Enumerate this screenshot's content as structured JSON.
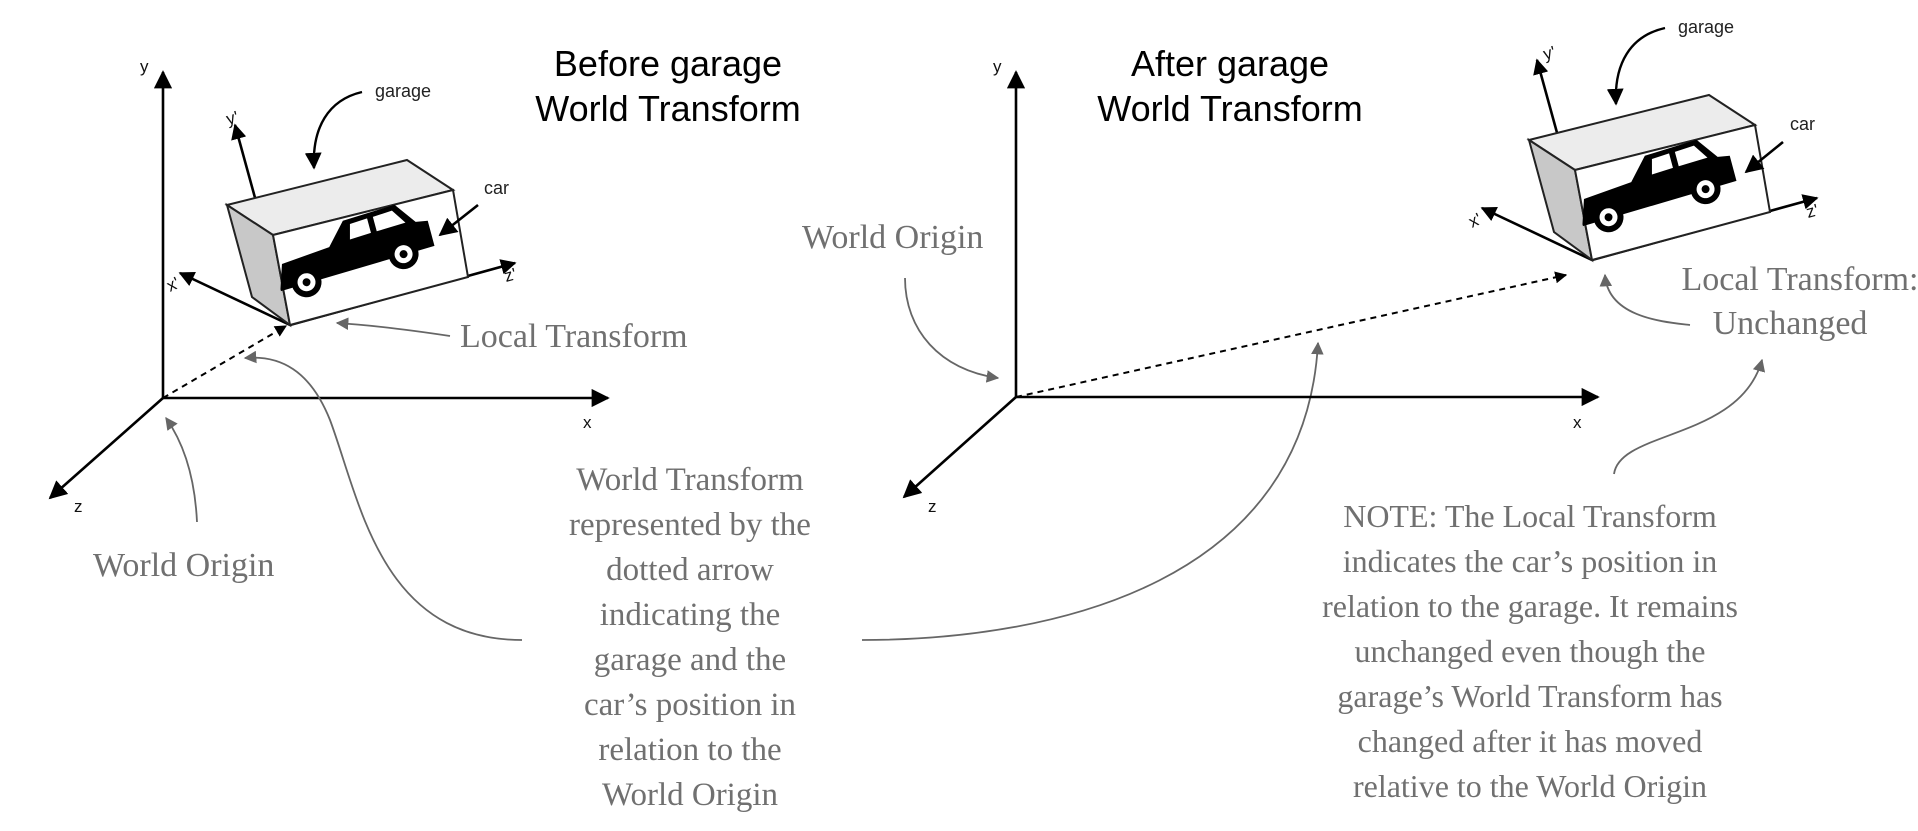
{
  "left_panel": {
    "title_line1": "Before garage",
    "title_line2": "World Transform",
    "garage_label": "garage",
    "car_label": "car",
    "local_label": "Local Transform",
    "origin_label": "World Origin",
    "axis_labels": {
      "x": "x",
      "y": "y",
      "z": "z",
      "lx": "x'",
      "ly": "y'",
      "lz": "z'"
    }
  },
  "right_panel": {
    "title_line1": "After garage",
    "title_line2": "World Transform",
    "garage_label": "garage",
    "car_label": "car",
    "local_line1": "Local Transform:",
    "local_line2": "Unchanged",
    "origin_label": "World Origin",
    "axis_labels": {
      "x": "x",
      "y": "y",
      "z": "z",
      "lx": "x'",
      "ly": "y'",
      "lz": "z'"
    }
  },
  "center_note": {
    "lines": [
      "World Transform",
      "represented by the",
      "dotted arrow",
      "indicating the",
      "garage and the",
      "car’s position in",
      "relation to the",
      "World Origin"
    ]
  },
  "right_note": {
    "lines": [
      "NOTE: The Local Transform",
      "indicates the car’s position in",
      "relation to the garage. It remains",
      "unchanged even though the",
      "garage’s World Transform has",
      "changed after it has moved",
      "relative to the World Origin"
    ]
  },
  "colors": {
    "annotation_gray": "#707070",
    "line_black": "#000000"
  }
}
